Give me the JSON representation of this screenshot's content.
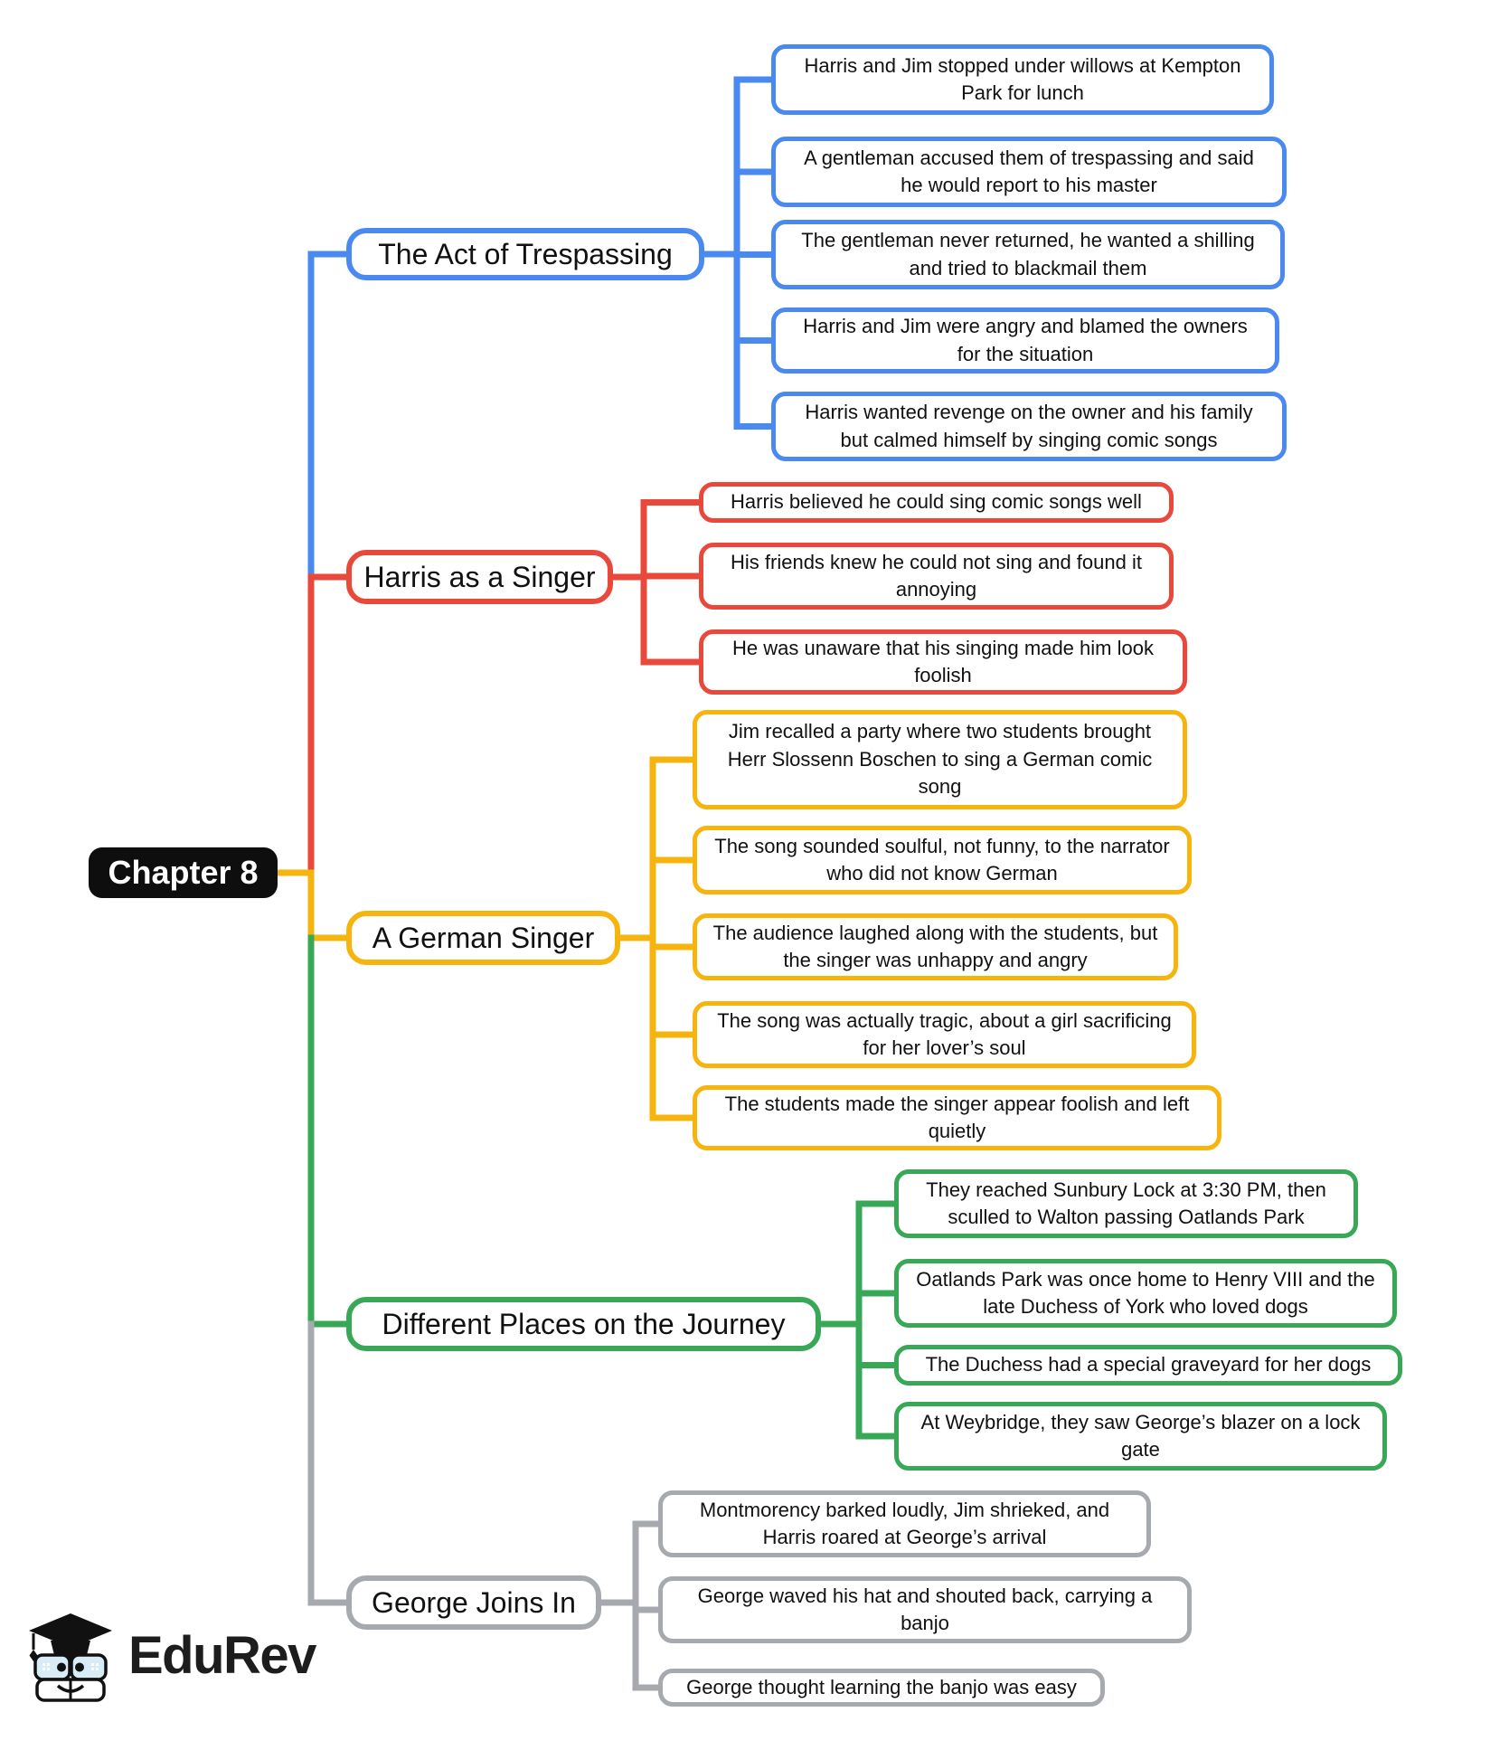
{
  "root": {
    "label": "Chapter 8"
  },
  "branches": [
    {
      "label": "The Act of Trespassing",
      "color": "#4a8af0",
      "leaves": [
        "Harris and Jim stopped under willows at Kempton\nPark for lunch",
        "A gentleman accused them of trespassing and said\nhe would report to his master",
        "The gentleman never returned, he wanted a shilling\nand tried to blackmail them",
        "Harris and Jim were angry and blamed the owners\nfor the situation",
        "Harris wanted revenge on the owner and his family\nbut calmed himself by singing comic songs"
      ]
    },
    {
      "label": "Harris as a Singer",
      "color": "#e8493b",
      "leaves": [
        "Harris believed he could sing comic songs well",
        "His friends knew he could not sing and found it\nannoying",
        "He was unaware that his singing made him look\nfoolish"
      ]
    },
    {
      "label": "A German Singer",
      "color": "#f6b40e",
      "leaves": [
        "Jim recalled a party where two students brought\nHerr Slossenn Boschen to sing a German comic\nsong",
        "The song sounded soulful, not funny, to the narrator\nwho did not know German",
        "The audience laughed along with the students, but\nthe singer was unhappy and angry",
        "The song was actually tragic, about a girl sacrificing\nfor her lover’s soul",
        "The students made the singer appear foolish and left\nquietly"
      ]
    },
    {
      "label": "Different Places on the Journey",
      "color": "#38a857",
      "leaves": [
        "They reached Sunbury Lock at 3:30 PM, then\nsculled to Walton passing Oatlands Park",
        "Oatlands Park was once home to Henry VIII and the\nlate Duchess of York who loved dogs",
        "The Duchess had a special graveyard for her dogs",
        "At Weybridge, they saw George’s blazer on a lock\ngate"
      ]
    },
    {
      "label": "George Joins In",
      "color": "#a6a9ad",
      "leaves": [
        "Montmorency barked loudly, Jim shrieked, and\nHarris roared at George’s arrival",
        "George waved his hat and shouted back, carrying a\nbanjo",
        "George thought learning the banjo was easy"
      ]
    }
  ],
  "logo": {
    "text": "EduRev"
  }
}
